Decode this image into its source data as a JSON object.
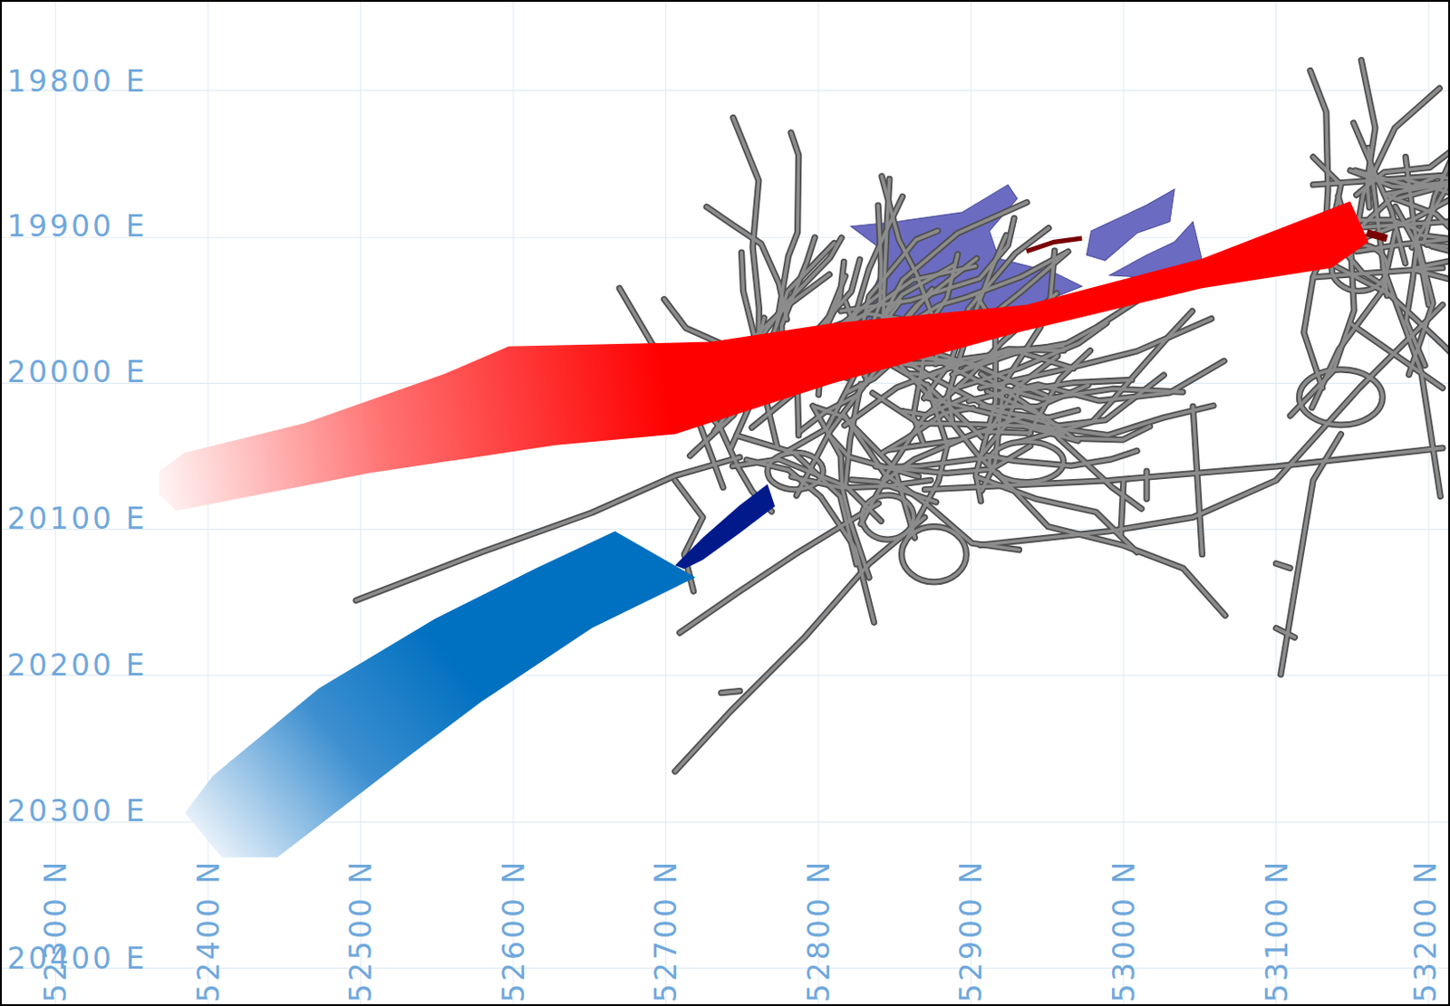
{
  "diagram": {
    "labels": [
      "19800 E",
      "19900 E",
      "20000 E",
      "20100 E",
      "20200 E",
      "20300 E",
      "20400 E",
      "52300 N",
      "52400 N",
      "52500 N",
      "52600 N",
      "52700 N",
      "52800 N",
      "52900 N",
      "53000 N",
      "53100 N",
      "53200 N"
    ]
  }
}
